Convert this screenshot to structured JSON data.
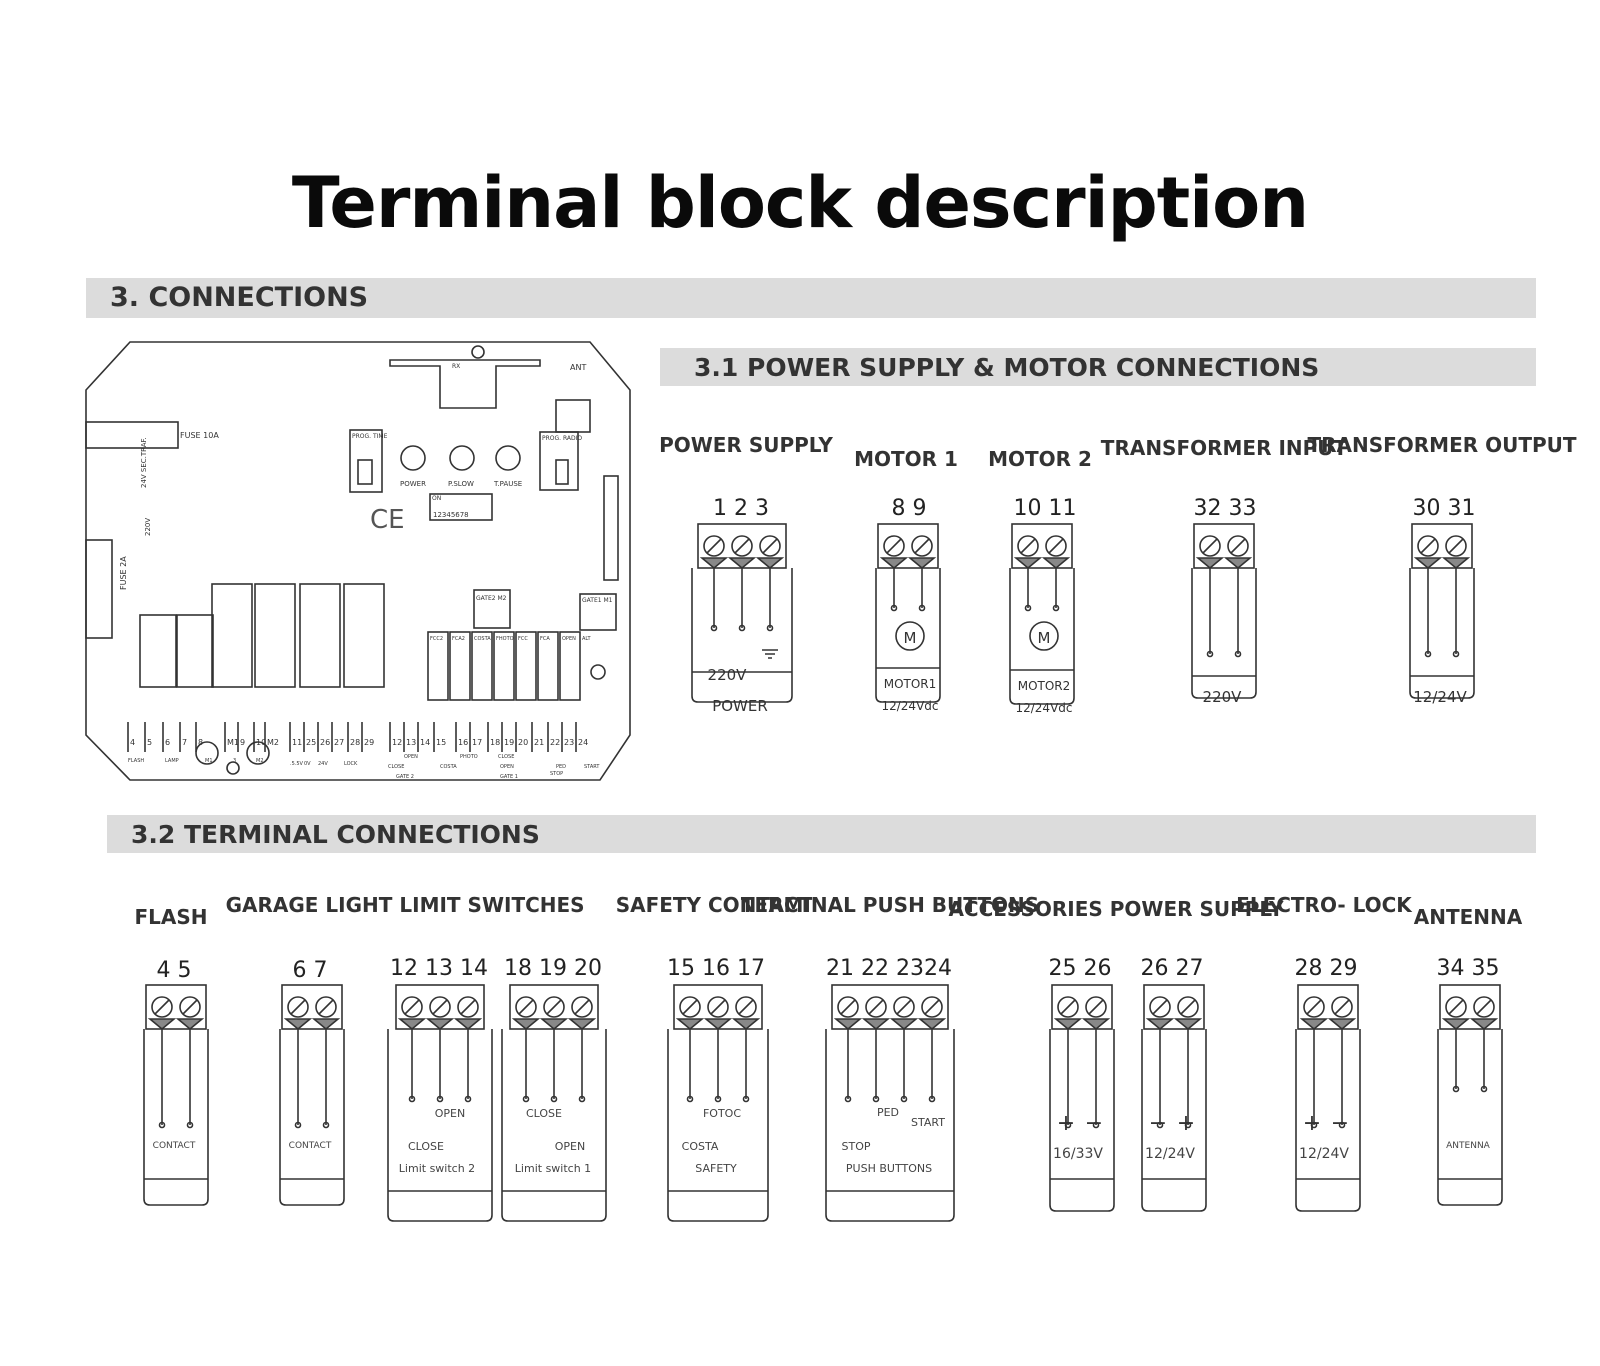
{
  "title": "Terminal block description",
  "sections": {
    "main": "3. CONNECTIONS",
    "power_motor": "3.1 POWER SUPPLY &  MOTOR CONNECTIONS",
    "terminal": "3.2 TERMINAL CONNECTIONS"
  },
  "board": {
    "fuse_10a": "FUSE 10A",
    "fuse_2a": "FUSE 2A",
    "ant": "ANT",
    "rx": "RX",
    "prog_time": "PROG. TIME",
    "prog_radio": "PROG. RADIO",
    "ce": "CE",
    "power": "POWER",
    "pslow": "P.SLOW",
    "tpause": "T.PAUSE",
    "on": "ON",
    "dip": "12345678",
    "leds": [
      "FCC2",
      "FCA2",
      "COSTA",
      "FHOTO",
      "FCC",
      "FCA",
      "OPEN",
      "ALT"
    ],
    "gate2": "GATE2 M2",
    "gate1": "GATE1 M1",
    "sec_traf": "24V SEC.TRAF.",
    "v220": "220V",
    "terminals": [
      "4",
      "5",
      "6",
      "7",
      "8",
      "M1",
      "9",
      "10",
      "M2",
      "11",
      "25",
      "26",
      "27",
      "28",
      "29",
      "12",
      "13",
      "14",
      "15",
      "16",
      "17",
      "18",
      "19",
      "20",
      "21",
      "22",
      "23",
      "24"
    ],
    "bottom_labels": [
      "FLASH",
      "LAMP",
      "M1",
      "3",
      "M2",
      ".5.5V",
      "0V",
      "24V",
      "LOCK",
      "CLOSE",
      "OPEN",
      "COSTA",
      "PHOTO",
      "CLOSE",
      "OPEN",
      "PED",
      "START",
      "STOP",
      "GATE 2",
      "GATE 1"
    ]
  },
  "power_groups": [
    {
      "name": "POWER SUPPLY",
      "nums": "1  2  3",
      "sub": "220V",
      "caption": "POWER"
    },
    {
      "name": "MOTOR 1",
      "nums": "8  9",
      "sub": "M",
      "caption1": "MOTOR1",
      "caption2": "12/24Vdc"
    },
    {
      "name": "MOTOR 2",
      "nums": "10 11",
      "sub": "M",
      "caption1": "MOTOR2",
      "caption2": "12/24Vdc"
    },
    {
      "name": "TRANSFORMER INPUT",
      "nums": "32 33",
      "caption": "220V"
    },
    {
      "name": "TRANSFORMER OUTPUT",
      "nums": "30 31",
      "caption": "12/24V"
    }
  ],
  "terminal_groups": [
    {
      "name": "FLASH",
      "nums": "4  5",
      "caption": "CONTACT"
    },
    {
      "name": "GARAGE LIGHT",
      "nums": "6  7",
      "caption": "CONTACT"
    },
    {
      "name": "LIMIT SWITCHES",
      "nums_a": "12 13 14",
      "nums_b": "18 19 20",
      "a_open": "OPEN",
      "a_close": "CLOSE",
      "a_caption": "Limit switch 2",
      "b_close": "CLOSE",
      "b_open": "OPEN",
      "b_caption": "Limit switch 1"
    },
    {
      "name": "SAFETY CONTACT",
      "nums": "15 16 17",
      "fotoc": "FOTOC",
      "costa": "COSTA",
      "caption": "SAFETY"
    },
    {
      "name": "TERMINAL PUSH BUTTONS",
      "nums": "21 22 2324",
      "ped": "PED",
      "start": "START",
      "stop": "STOP",
      "caption": "PUSH BUTTONS"
    },
    {
      "name": "ACCESSORIES POWER SUPPLY",
      "nums_a": "25 26",
      "nums_b": "26 27",
      "caption_a": "16/33V",
      "caption_b": "12/24V"
    },
    {
      "name": "ELECTRO- LOCK",
      "nums": "28 29",
      "caption": "12/24V"
    },
    {
      "name": "ANTENNA",
      "nums": "34 35",
      "caption": "ANTENNA"
    }
  ],
  "colors": {
    "bar": "#dcdcdc",
    "line": "#333333",
    "header_text": "#333333"
  }
}
